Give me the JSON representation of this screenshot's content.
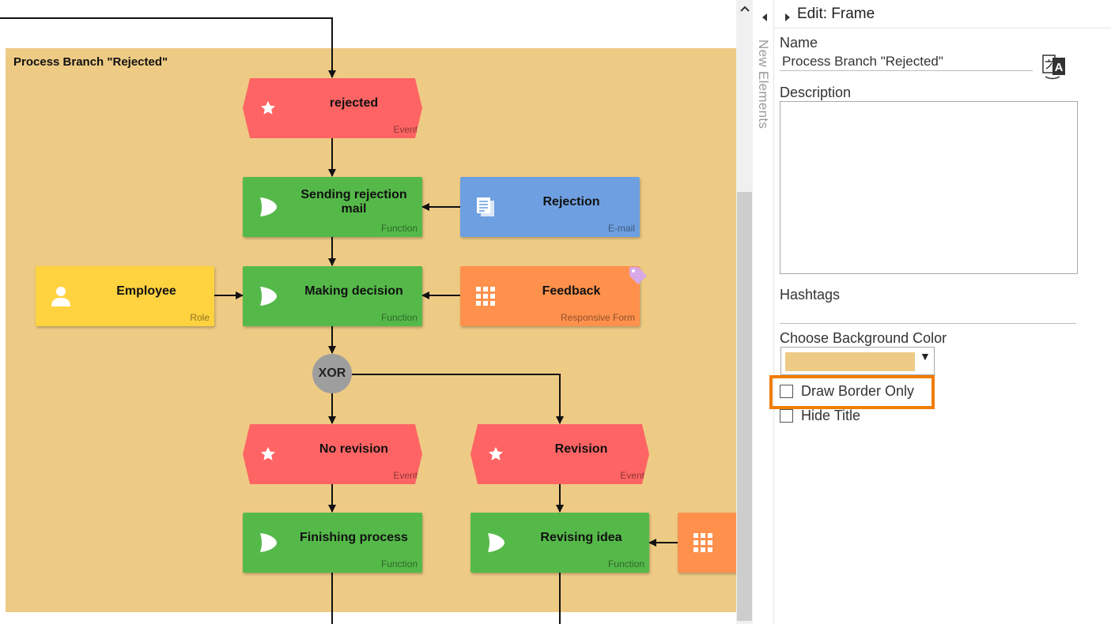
{
  "canvas": {
    "frame": {
      "title": "Process Branch \"Rejected\"",
      "color": "#eecb85"
    },
    "nodes": {
      "rejected": {
        "label": "rejected",
        "type": "Event"
      },
      "sending": {
        "label": "Sending rejection mail",
        "type": "Function"
      },
      "rejection": {
        "label": "Rejection",
        "type": "E-mail"
      },
      "employee": {
        "label": "Employee",
        "type": "Role"
      },
      "making": {
        "label": "Making decision",
        "type": "Function"
      },
      "feedback": {
        "label": "Feedback",
        "type": "Responsive Form"
      },
      "xor": {
        "label": "XOR"
      },
      "norevision": {
        "label": "No revision",
        "type": "Event"
      },
      "revision": {
        "label": "Revision",
        "type": "Event"
      },
      "finishing": {
        "label": "Finishing process",
        "type": "Function"
      },
      "revising": {
        "label": "Revising idea",
        "type": "Function"
      }
    },
    "colors": {
      "event": "#ff6464",
      "function": "#55b949",
      "email": "#6ea0e1",
      "form": "#ff914d",
      "role": "#ffd23f",
      "gateway": "#9e9e9e"
    }
  },
  "strip": {
    "label": "New Elements"
  },
  "panel": {
    "title": "Edit: Frame",
    "name_label": "Name",
    "name_value": "Process Branch \"Rejected\"",
    "description_label": "Description",
    "hashtags_label": "Hashtags",
    "bg_color_label": "Choose Background Color",
    "bg_color_value": "#eecb85",
    "draw_border_only_label": "Draw Border Only",
    "hide_title_label": "Hide Title",
    "highlight_color": "#f07d00"
  }
}
